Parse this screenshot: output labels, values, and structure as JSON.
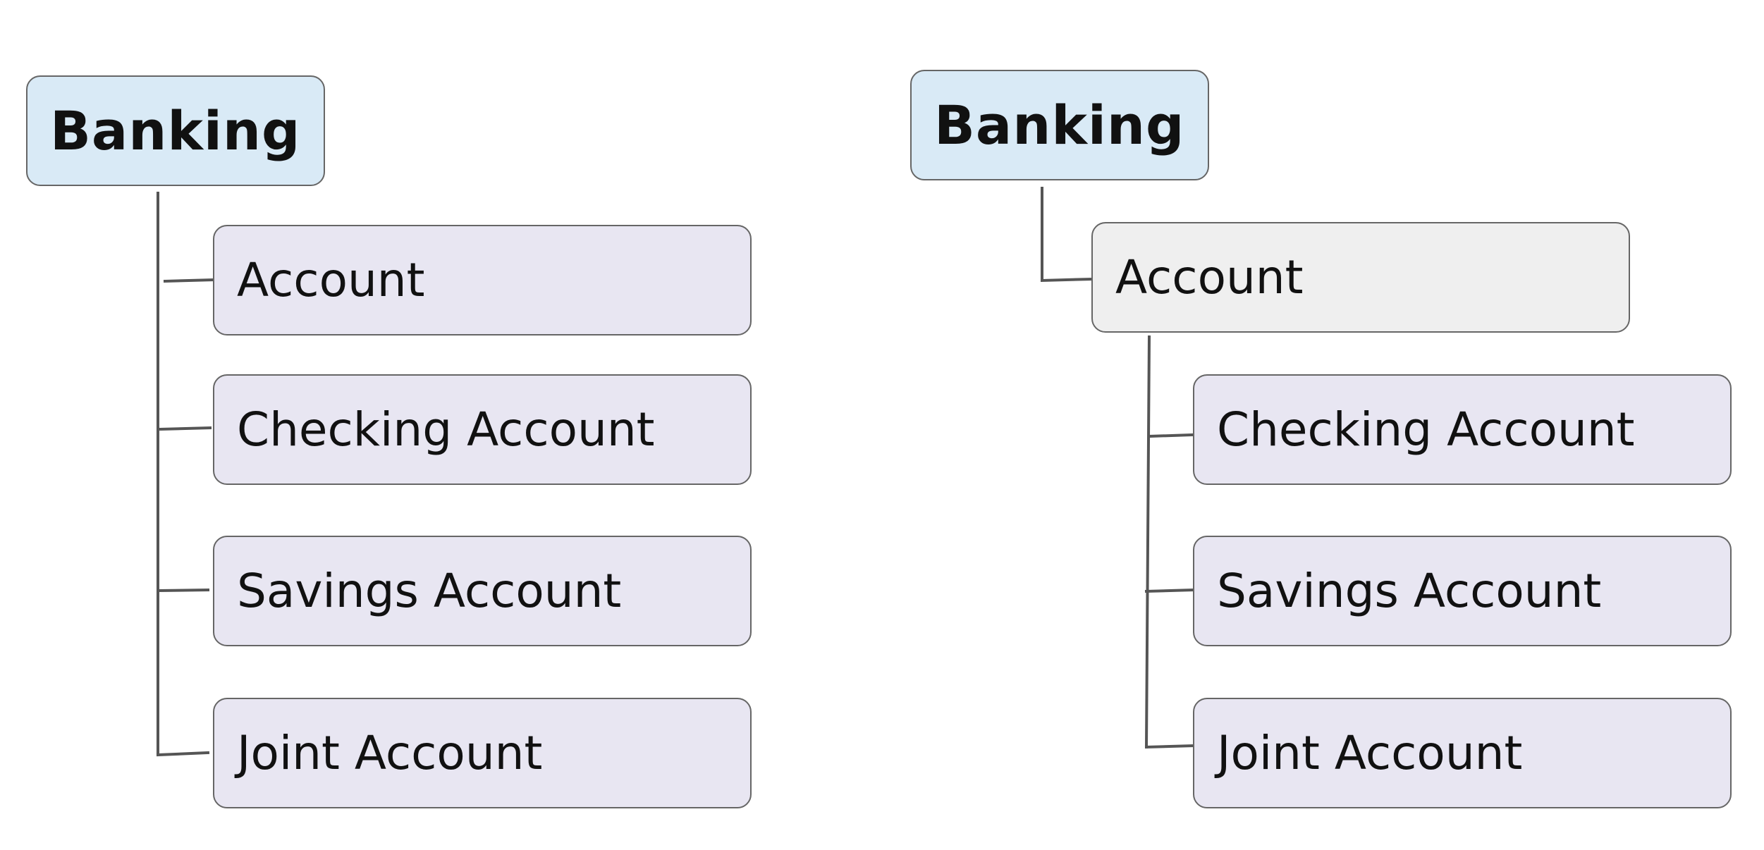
{
  "colors": {
    "root_fill": "#d9eaf6",
    "child_fill": "#e8e6f2",
    "intermediate_fill": "#efefef",
    "border": "#666666",
    "connector": "#555555",
    "text": "#111111"
  },
  "diagrams": [
    {
      "root": {
        "label": "Banking"
      },
      "children": [
        {
          "label": "Account"
        },
        {
          "label": "Checking Account"
        },
        {
          "label": "Savings Account"
        },
        {
          "label": "Joint Account"
        }
      ]
    },
    {
      "root": {
        "label": "Banking"
      },
      "intermediate": {
        "label": "Account",
        "children": [
          {
            "label": "Checking Account"
          },
          {
            "label": "Savings Account"
          },
          {
            "label": "Joint Account"
          }
        ]
      }
    }
  ]
}
